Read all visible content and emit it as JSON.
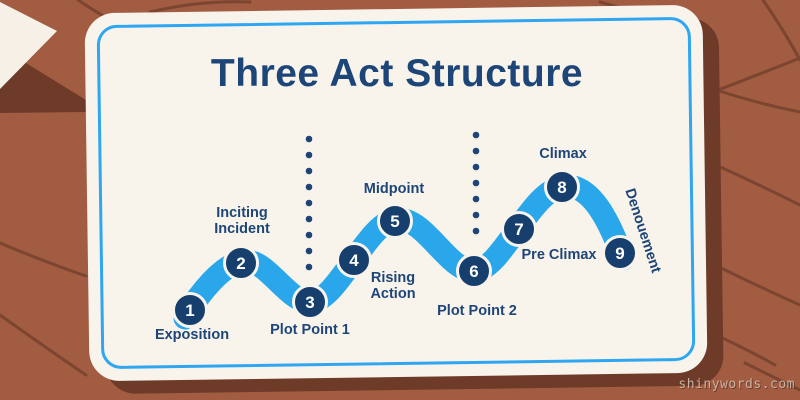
{
  "title": "Three Act Structure",
  "watermark": "shinywords.com",
  "colors": {
    "ribbon_blue": "#2AA7EA",
    "border_blue": "#2FA6F2",
    "text_navy": "#1D4577",
    "node_navy": "#163F6E",
    "card_cream": "#F8F4EC",
    "wood_brown": "#A25C42",
    "wood_grain_dark": "#7B4530",
    "card_shadow_brown": "#6E3B29",
    "watermark_tan": "#C9B2A4"
  },
  "diagram": {
    "milestones": [
      {
        "num": "1",
        "label": "Exposition"
      },
      {
        "num": "2",
        "label": "Inciting Incident"
      },
      {
        "num": "3",
        "label": "Plot Point 1"
      },
      {
        "num": "4",
        "label": "Rising Action"
      },
      {
        "num": "5",
        "label": "Midpoint"
      },
      {
        "num": "6",
        "label": "Plot Point 2"
      },
      {
        "num": "7",
        "label": "Pre Climax"
      },
      {
        "num": "8",
        "label": "Climax"
      },
      {
        "num": "9",
        "label": "Denouement"
      }
    ]
  }
}
